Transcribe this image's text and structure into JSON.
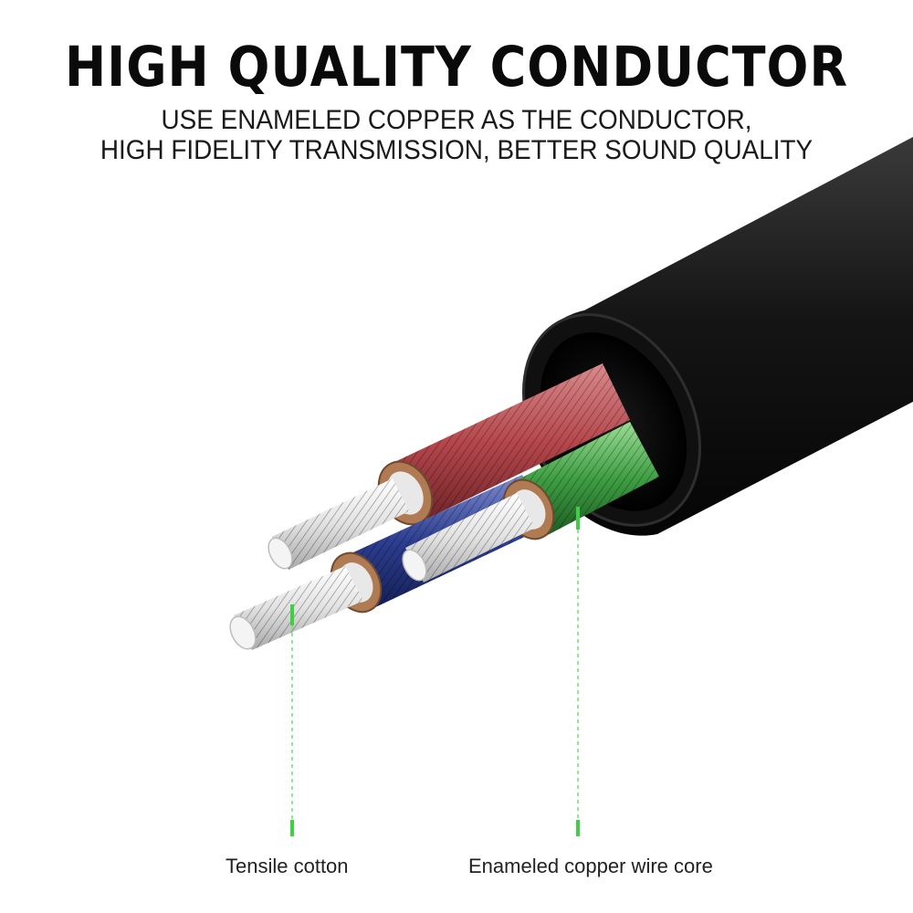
{
  "headline": "HIGH QUALITY CONDUCTOR",
  "subtitle_lines": [
    "USE ENAMELED COPPER AS THE CONDUCTOR,",
    "HIGH FIDELITY TRANSMISSION, BETTER SOUND QUALITY"
  ],
  "callouts": {
    "left": "Tensile cotton",
    "right": "Enameled copper wire core"
  },
  "colors": {
    "jacket": "#111111",
    "red_core": "#b5474c",
    "blue_core": "#2c3d8f",
    "green_core": "#3e9e43",
    "copper_ring": "#b07a52",
    "cotton": "#e6e6e6",
    "leader_line": "#55d65a"
  }
}
